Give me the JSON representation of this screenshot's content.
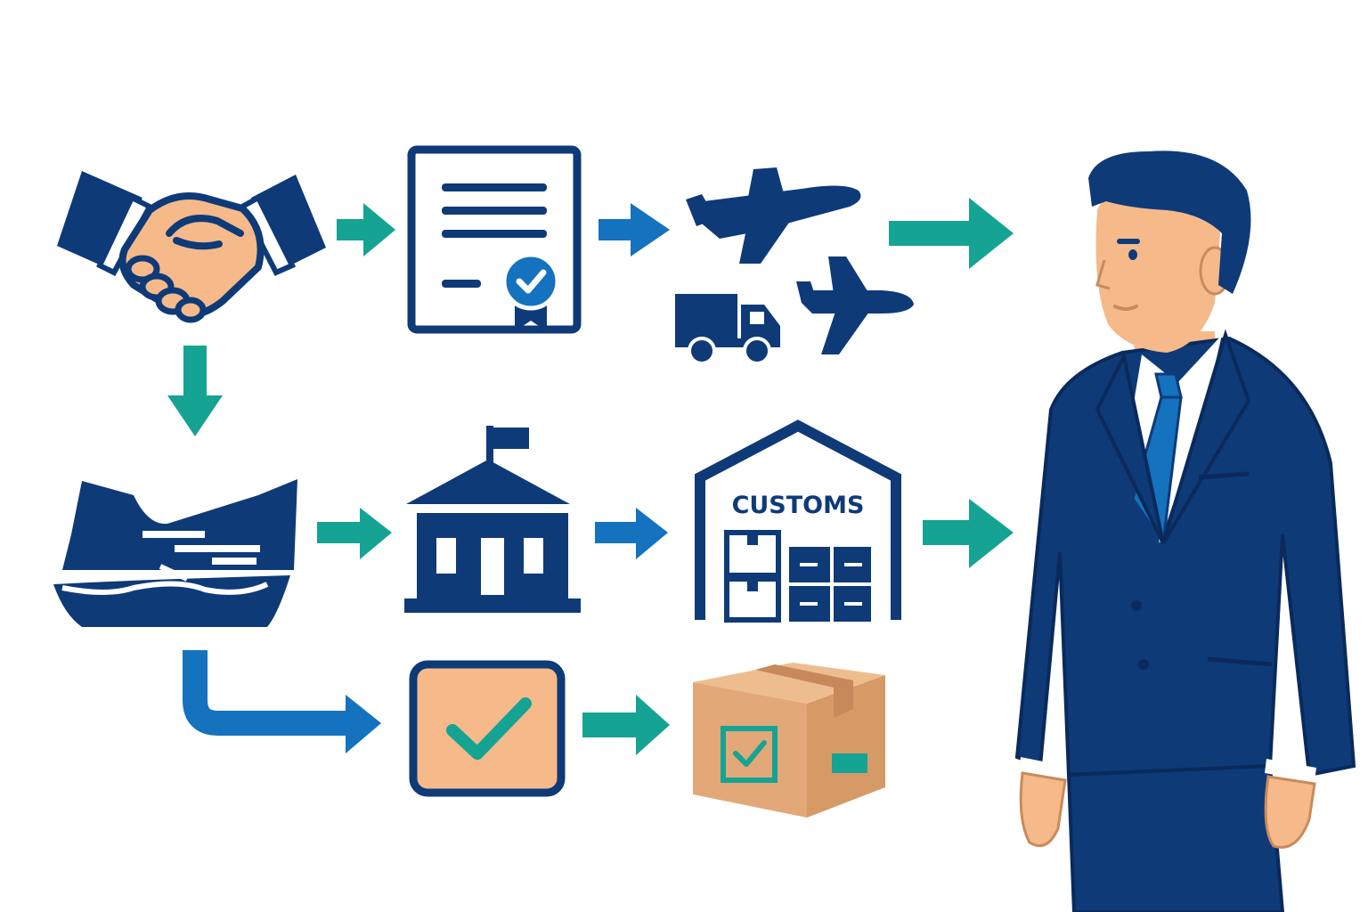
{
  "colors": {
    "navy": "#0e3a78",
    "blue": "#1472be",
    "teal": "#15a394",
    "skin": "#f5b98a",
    "box": "#e2a877",
    "box_light": "#eebd8f",
    "white": "#ffffff"
  },
  "diagram": {
    "nodes": [
      {
        "id": "handshake",
        "icon": "handshake-icon"
      },
      {
        "id": "certificate",
        "icon": "certified-document-icon"
      },
      {
        "id": "transport",
        "icon": "plane-and-truck-icon"
      },
      {
        "id": "ship",
        "icon": "cargo-ship-icon"
      },
      {
        "id": "government",
        "icon": "government-building-icon"
      },
      {
        "id": "customs",
        "icon": "customs-warehouse-icon",
        "label": "CUSTOMS"
      },
      {
        "id": "approval",
        "icon": "checkbox-approved-icon"
      },
      {
        "id": "package",
        "icon": "checked-package-icon"
      },
      {
        "id": "businessman",
        "icon": "businessman-illustration"
      }
    ],
    "edges": [
      {
        "from": "handshake",
        "to": "certificate",
        "color": "teal"
      },
      {
        "from": "certificate",
        "to": "transport",
        "color": "blue"
      },
      {
        "from": "transport",
        "to": "businessman",
        "color": "teal"
      },
      {
        "from": "handshake",
        "to": "ship",
        "color": "teal"
      },
      {
        "from": "ship",
        "to": "government",
        "color": "teal"
      },
      {
        "from": "government",
        "to": "customs",
        "color": "blue"
      },
      {
        "from": "customs",
        "to": "businessman",
        "color": "teal"
      },
      {
        "from": "ship",
        "to": "approval",
        "color": "blue"
      },
      {
        "from": "approval",
        "to": "package",
        "color": "teal"
      }
    ]
  }
}
